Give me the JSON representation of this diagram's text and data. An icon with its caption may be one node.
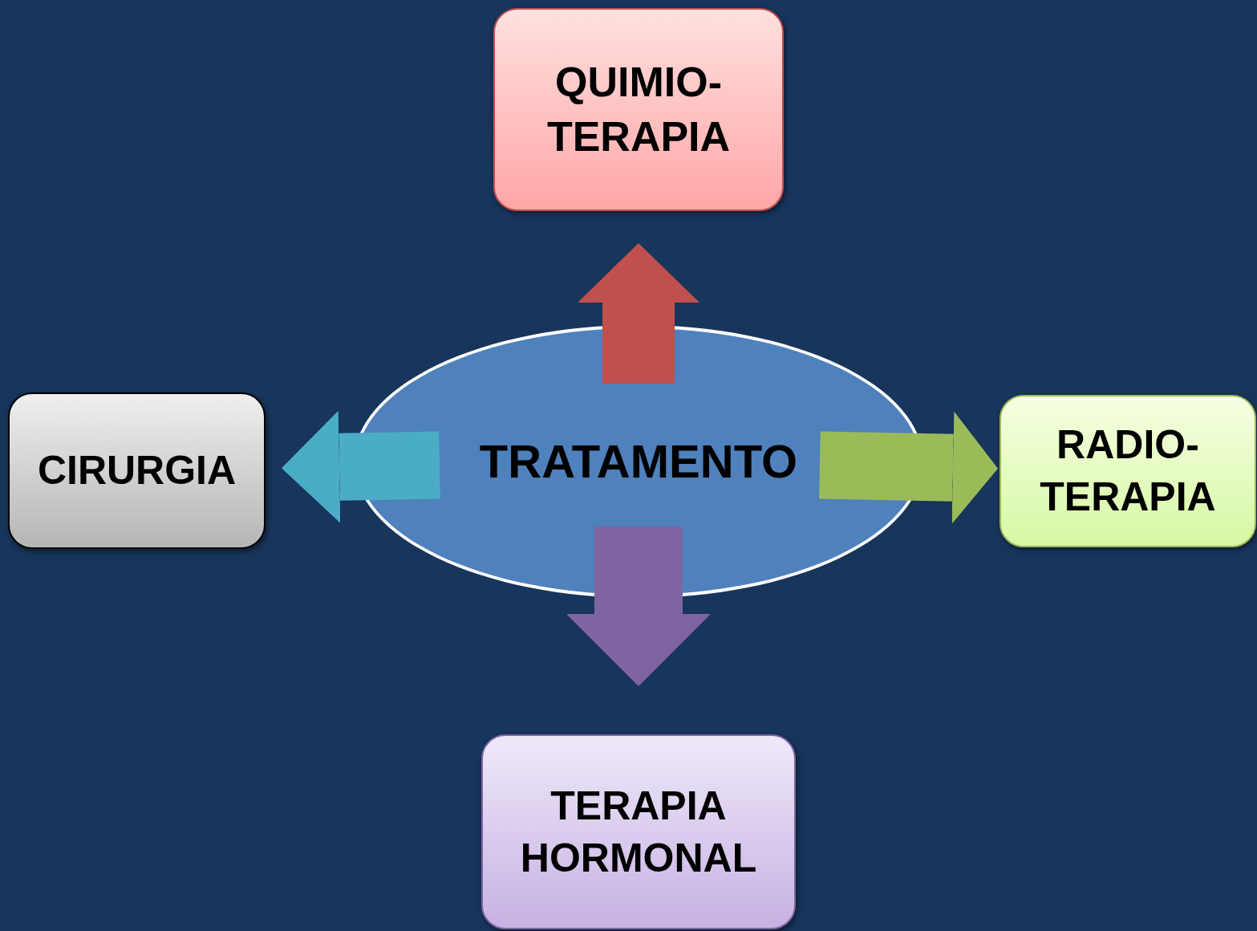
{
  "diagram": {
    "nodes": [
      {
        "text": [
          "TRATAMENTO"
        ]
      },
      {
        "text": [
          "QUIMIO- TERAPIA"
        ]
      },
      {
        "text": [
          "CIRURGIA"
        ]
      },
      {
        "text": [
          "RADIO- TERAPIA"
        ]
      },
      {
        "text": [
          "TERAPIA HORMONAL"
        ]
      }
    ],
    "edges": [
      {
        "from": 0,
        "to": 1,
        "arrow": "to",
        "color": "#c0504d"
      },
      {
        "from": 0,
        "to": 2,
        "arrow": "to",
        "color": "#4bacc6"
      },
      {
        "from": 0,
        "to": 3,
        "arrow": "to",
        "color": "#9bbb59"
      },
      {
        "from": 0,
        "to": 4,
        "arrow": "to",
        "color": "#8064a2"
      }
    ]
  }
}
